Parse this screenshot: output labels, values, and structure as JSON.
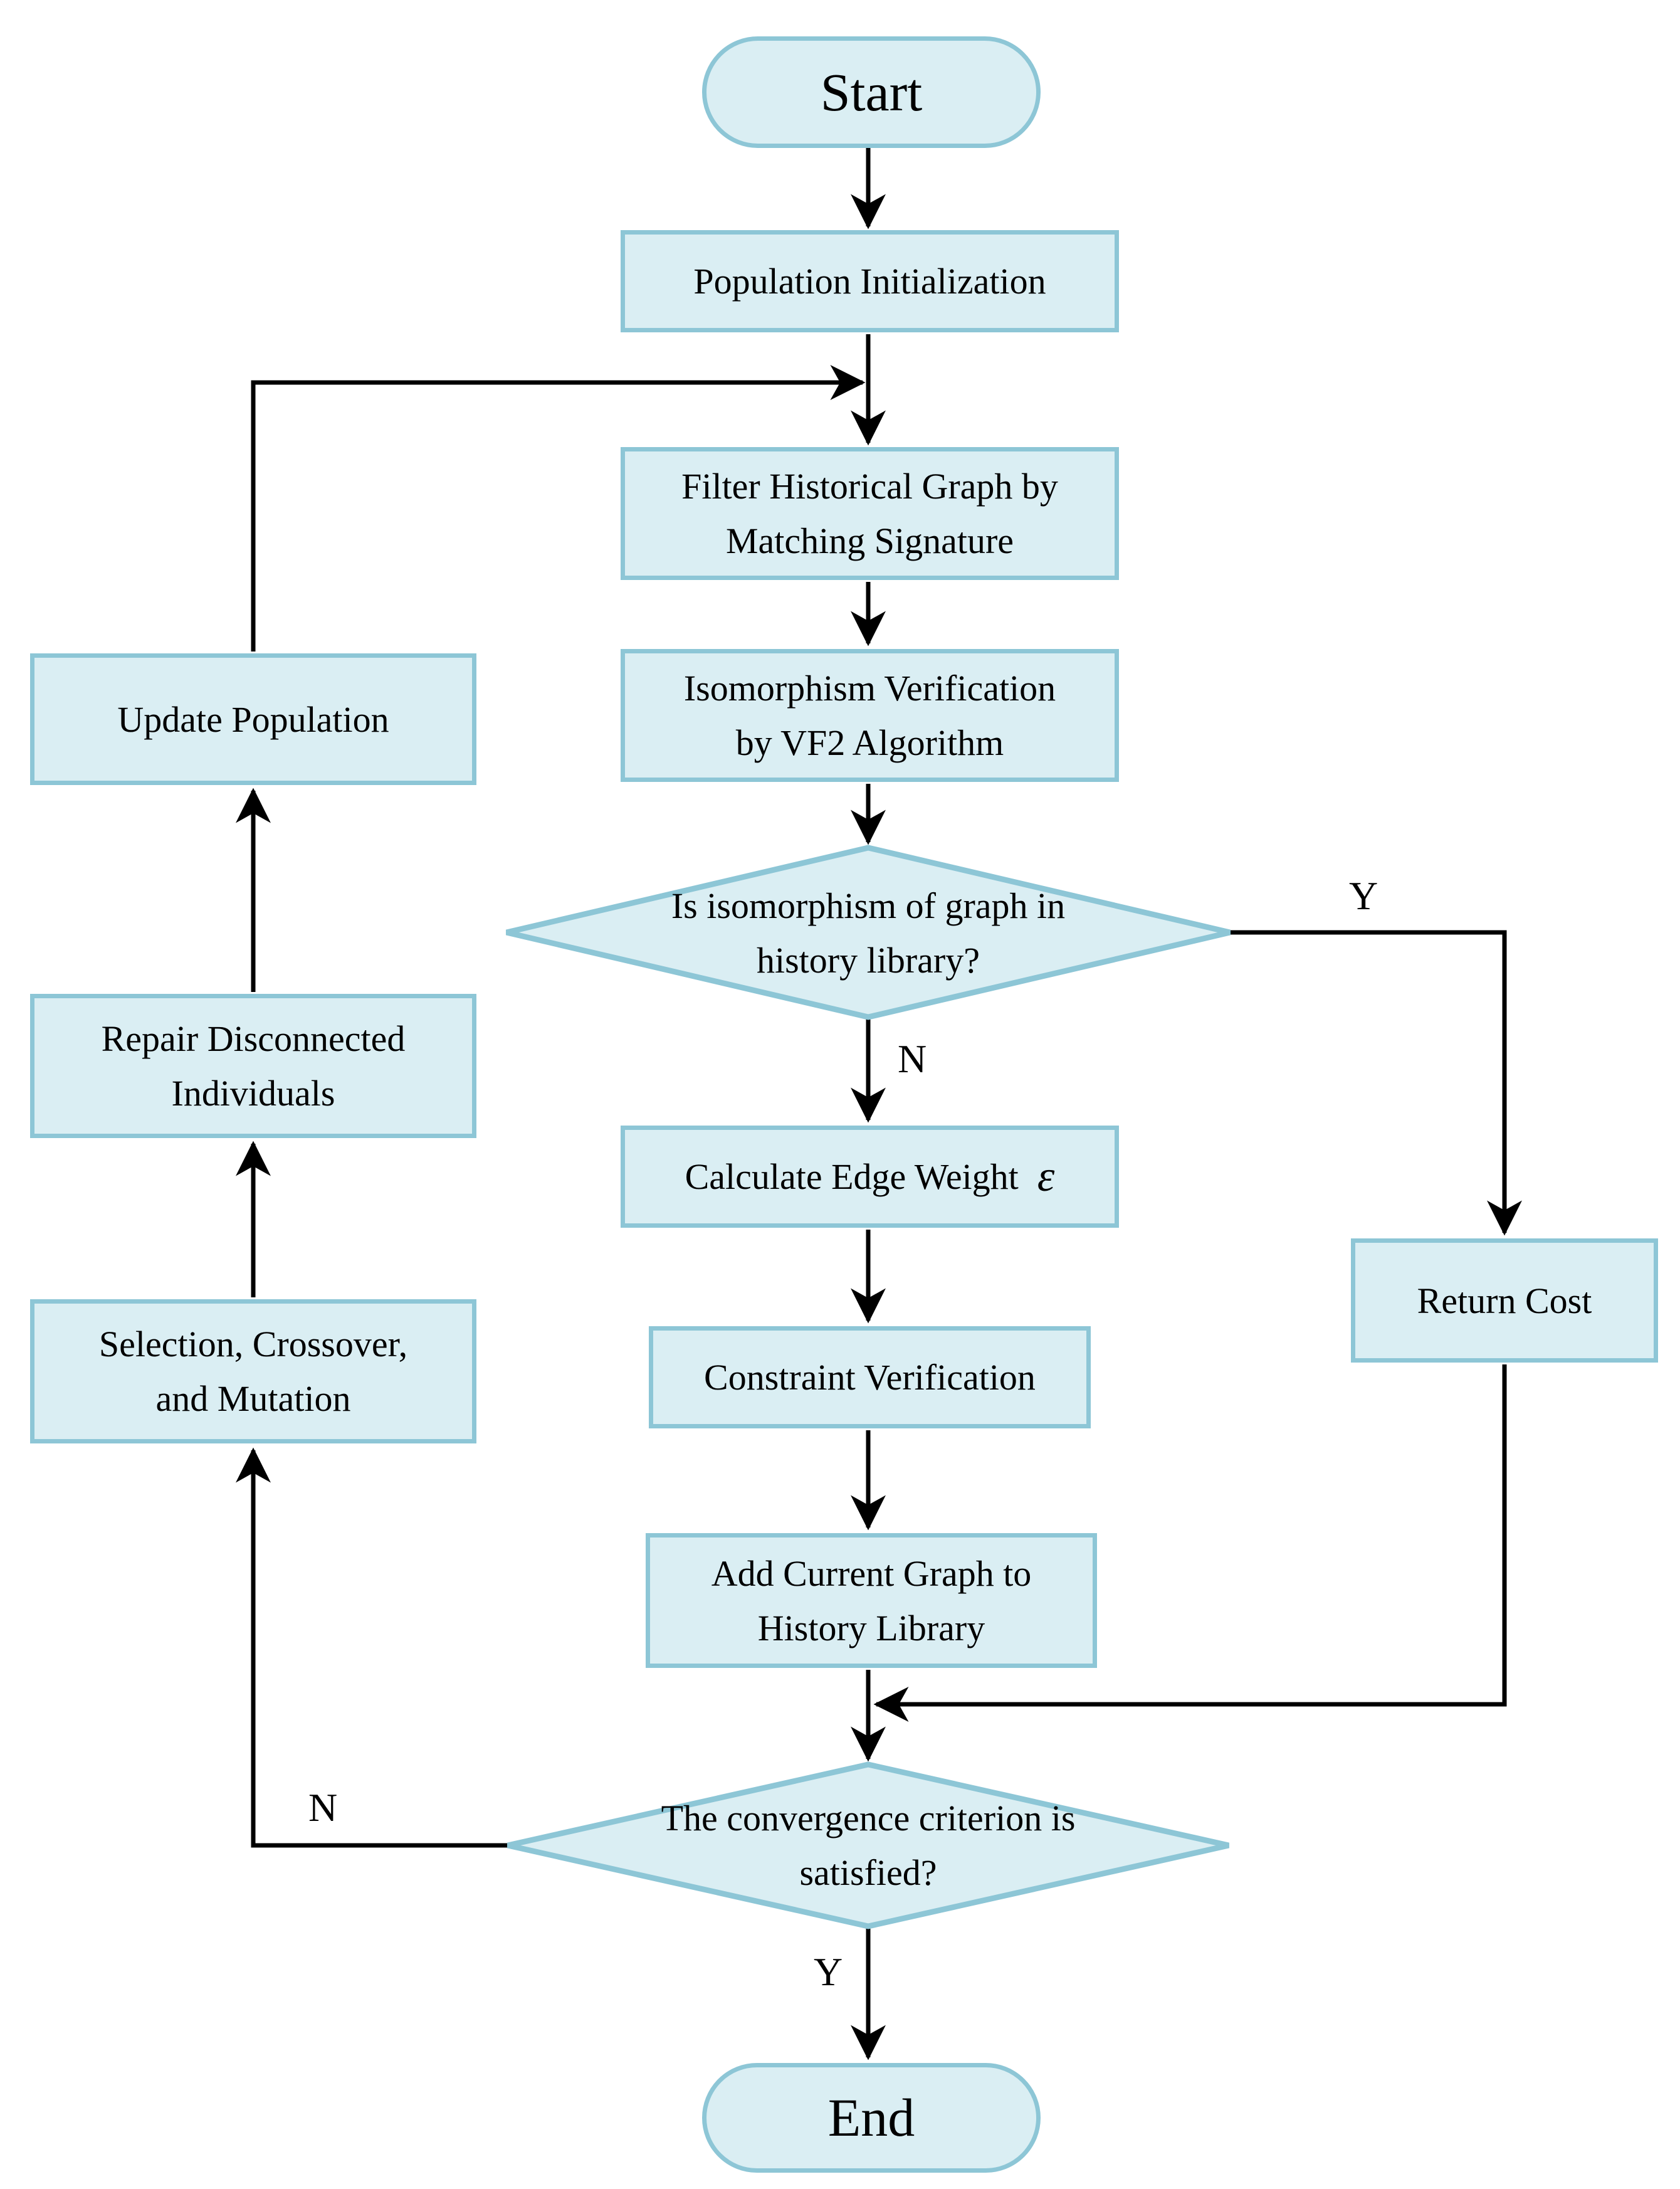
{
  "colors": {
    "node_fill": "#daeef3",
    "node_border": "#8dc6d6",
    "line": "#000000",
    "text": "#000000",
    "bg": "#ffffff"
  },
  "nodes": {
    "start": {
      "label": "Start"
    },
    "population_initialization": {
      "label": "Population Initialization"
    },
    "filter_historical_graph": {
      "label": "Filter Historical Graph by\nMatching Signature"
    },
    "isomorphism_verification": {
      "label": "Isomorphism Verification\nby VF2 Algorithm"
    },
    "decision_isomorphism": {
      "label": "Is isomorphism of graph in\nhistory library?"
    },
    "calculate_edge_weight": {
      "label": "Calculate Edge Weight",
      "symbol": "ε"
    },
    "constraint_verification": {
      "label": "Constraint Verification"
    },
    "add_current_graph": {
      "label": "Add Current Graph to\nHistory Library"
    },
    "decision_convergence": {
      "label": "The convergence criterion is\nsatisfied?"
    },
    "return_cost": {
      "label": "Return Cost"
    },
    "update_population": {
      "label": "Update Population"
    },
    "repair_disconnected": {
      "label": "Repair Disconnected\nIndividuals"
    },
    "selection_crossover_mutation": {
      "label": "Selection, Crossover,\nand Mutation"
    },
    "end": {
      "label": "End"
    }
  },
  "edge_labels": {
    "isomorphism_yes": "Y",
    "isomorphism_no": "N",
    "convergence_no": "N",
    "convergence_yes": "Y"
  }
}
